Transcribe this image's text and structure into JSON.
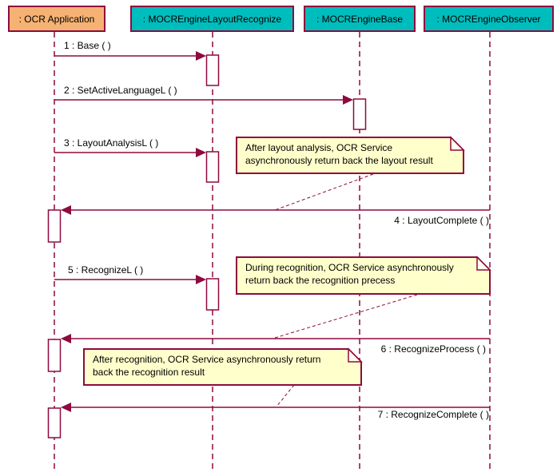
{
  "diagram": {
    "kind": "uml-sequence-diagram"
  },
  "actors": [
    {
      "label": ": OCR Application"
    },
    {
      "label": ": MOCREngineLayoutRecognize"
    },
    {
      "label": ": MOCREngineBase"
    },
    {
      "label": ": MOCREngineObserver"
    }
  ],
  "messages": [
    {
      "label": "1 : Base ( )",
      "from": ": OCR Application",
      "to": ": MOCREngineLayoutRecognize",
      "direction": "right"
    },
    {
      "label": "2 : SetActiveLanguageL ( )",
      "from": ": OCR Application",
      "to": ": MOCREngineBase",
      "direction": "right"
    },
    {
      "label": "3 : LayoutAnalysisL ( )",
      "from": ": OCR Application",
      "to": ": MOCREngineLayoutRecognize",
      "direction": "right"
    },
    {
      "label": "4 : LayoutComplete ( )",
      "from": ": MOCREngineObserver",
      "to": ": OCR Application",
      "direction": "left"
    },
    {
      "label": "5 : RecognizeL ( )",
      "from": ": OCR Application",
      "to": ": MOCREngineLayoutRecognize",
      "direction": "right"
    },
    {
      "label": "6 : RecognizeProcess ( )",
      "from": ": MOCREngineObserver",
      "to": ": OCR Application",
      "direction": "left"
    },
    {
      "label": "7 : RecognizeComplete ( )",
      "from": ": MOCREngineObserver",
      "to": ": OCR Application",
      "direction": "left"
    }
  ],
  "notes": [
    {
      "lines": [
        "After layout analysis, OCR Service",
        "asynchronously return back the layout result"
      ]
    },
    {
      "lines": [
        "During recognition, OCR Service asynchronously",
        "return back the recognition precess"
      ]
    },
    {
      "lines": [
        "After recognition, OCR Service asynchronously return",
        "back the recognition result"
      ]
    }
  ],
  "colors": {
    "line": "#8E0A3F",
    "actor_app_fill": "#F6B273",
    "actor_engine_fill": "#00BDBD",
    "note_fill": "#FFFFCC",
    "note_fold_fill": "#FFFFEF",
    "activation_fill": "#FFFFFF",
    "text": "#000000",
    "background": "#FFFFFF"
  }
}
